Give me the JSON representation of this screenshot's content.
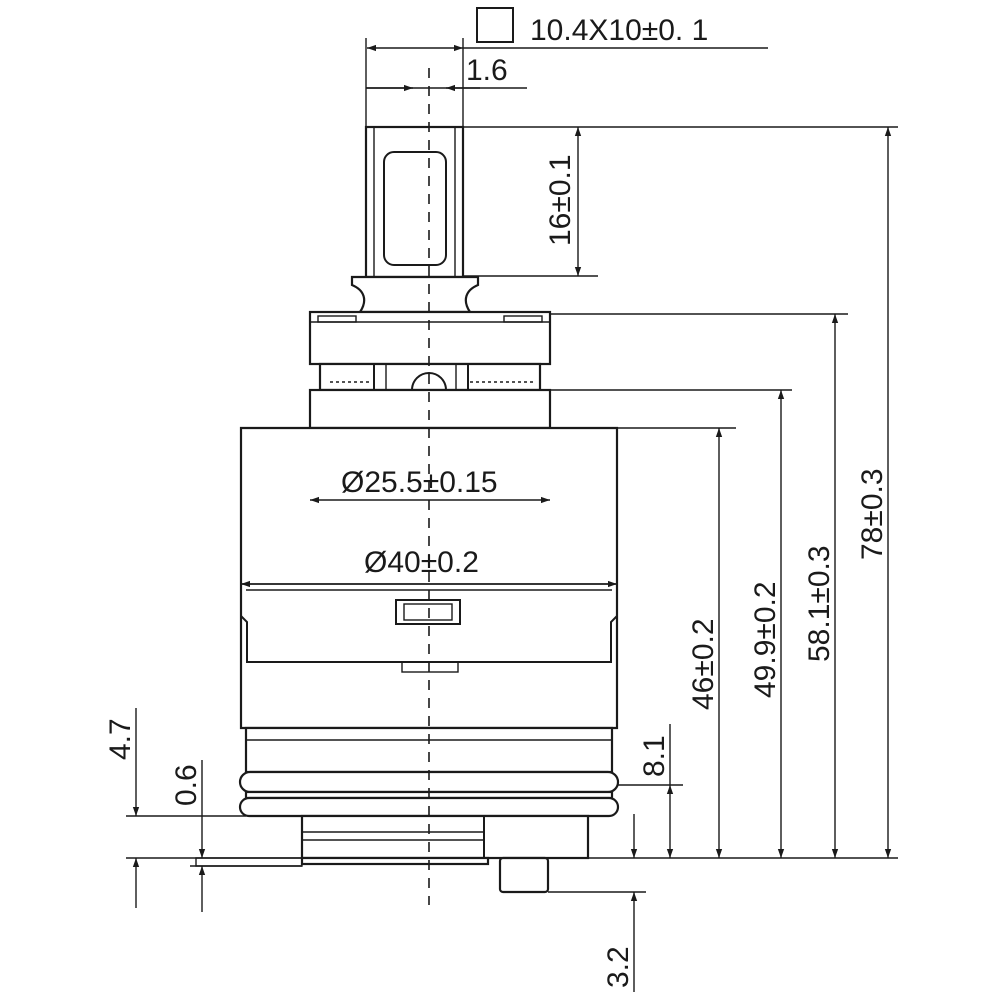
{
  "drawing": {
    "shaft_tolerance": "10.4X10±0. 1",
    "shaft_offset": "1.6",
    "spline_height": "16±0.1",
    "overall_height": "78±0.3",
    "flange_height": "58.1±0.3",
    "upper_body_height": "49.9±0.2",
    "body_height": "46±0.2",
    "upper_diameter": "Ø25.5±0.15",
    "body_diameter": "Ø40±0.2",
    "seal_height": "8.1",
    "base_height": "4.7",
    "base_offset": "0.6",
    "pin_height": "3.2"
  }
}
